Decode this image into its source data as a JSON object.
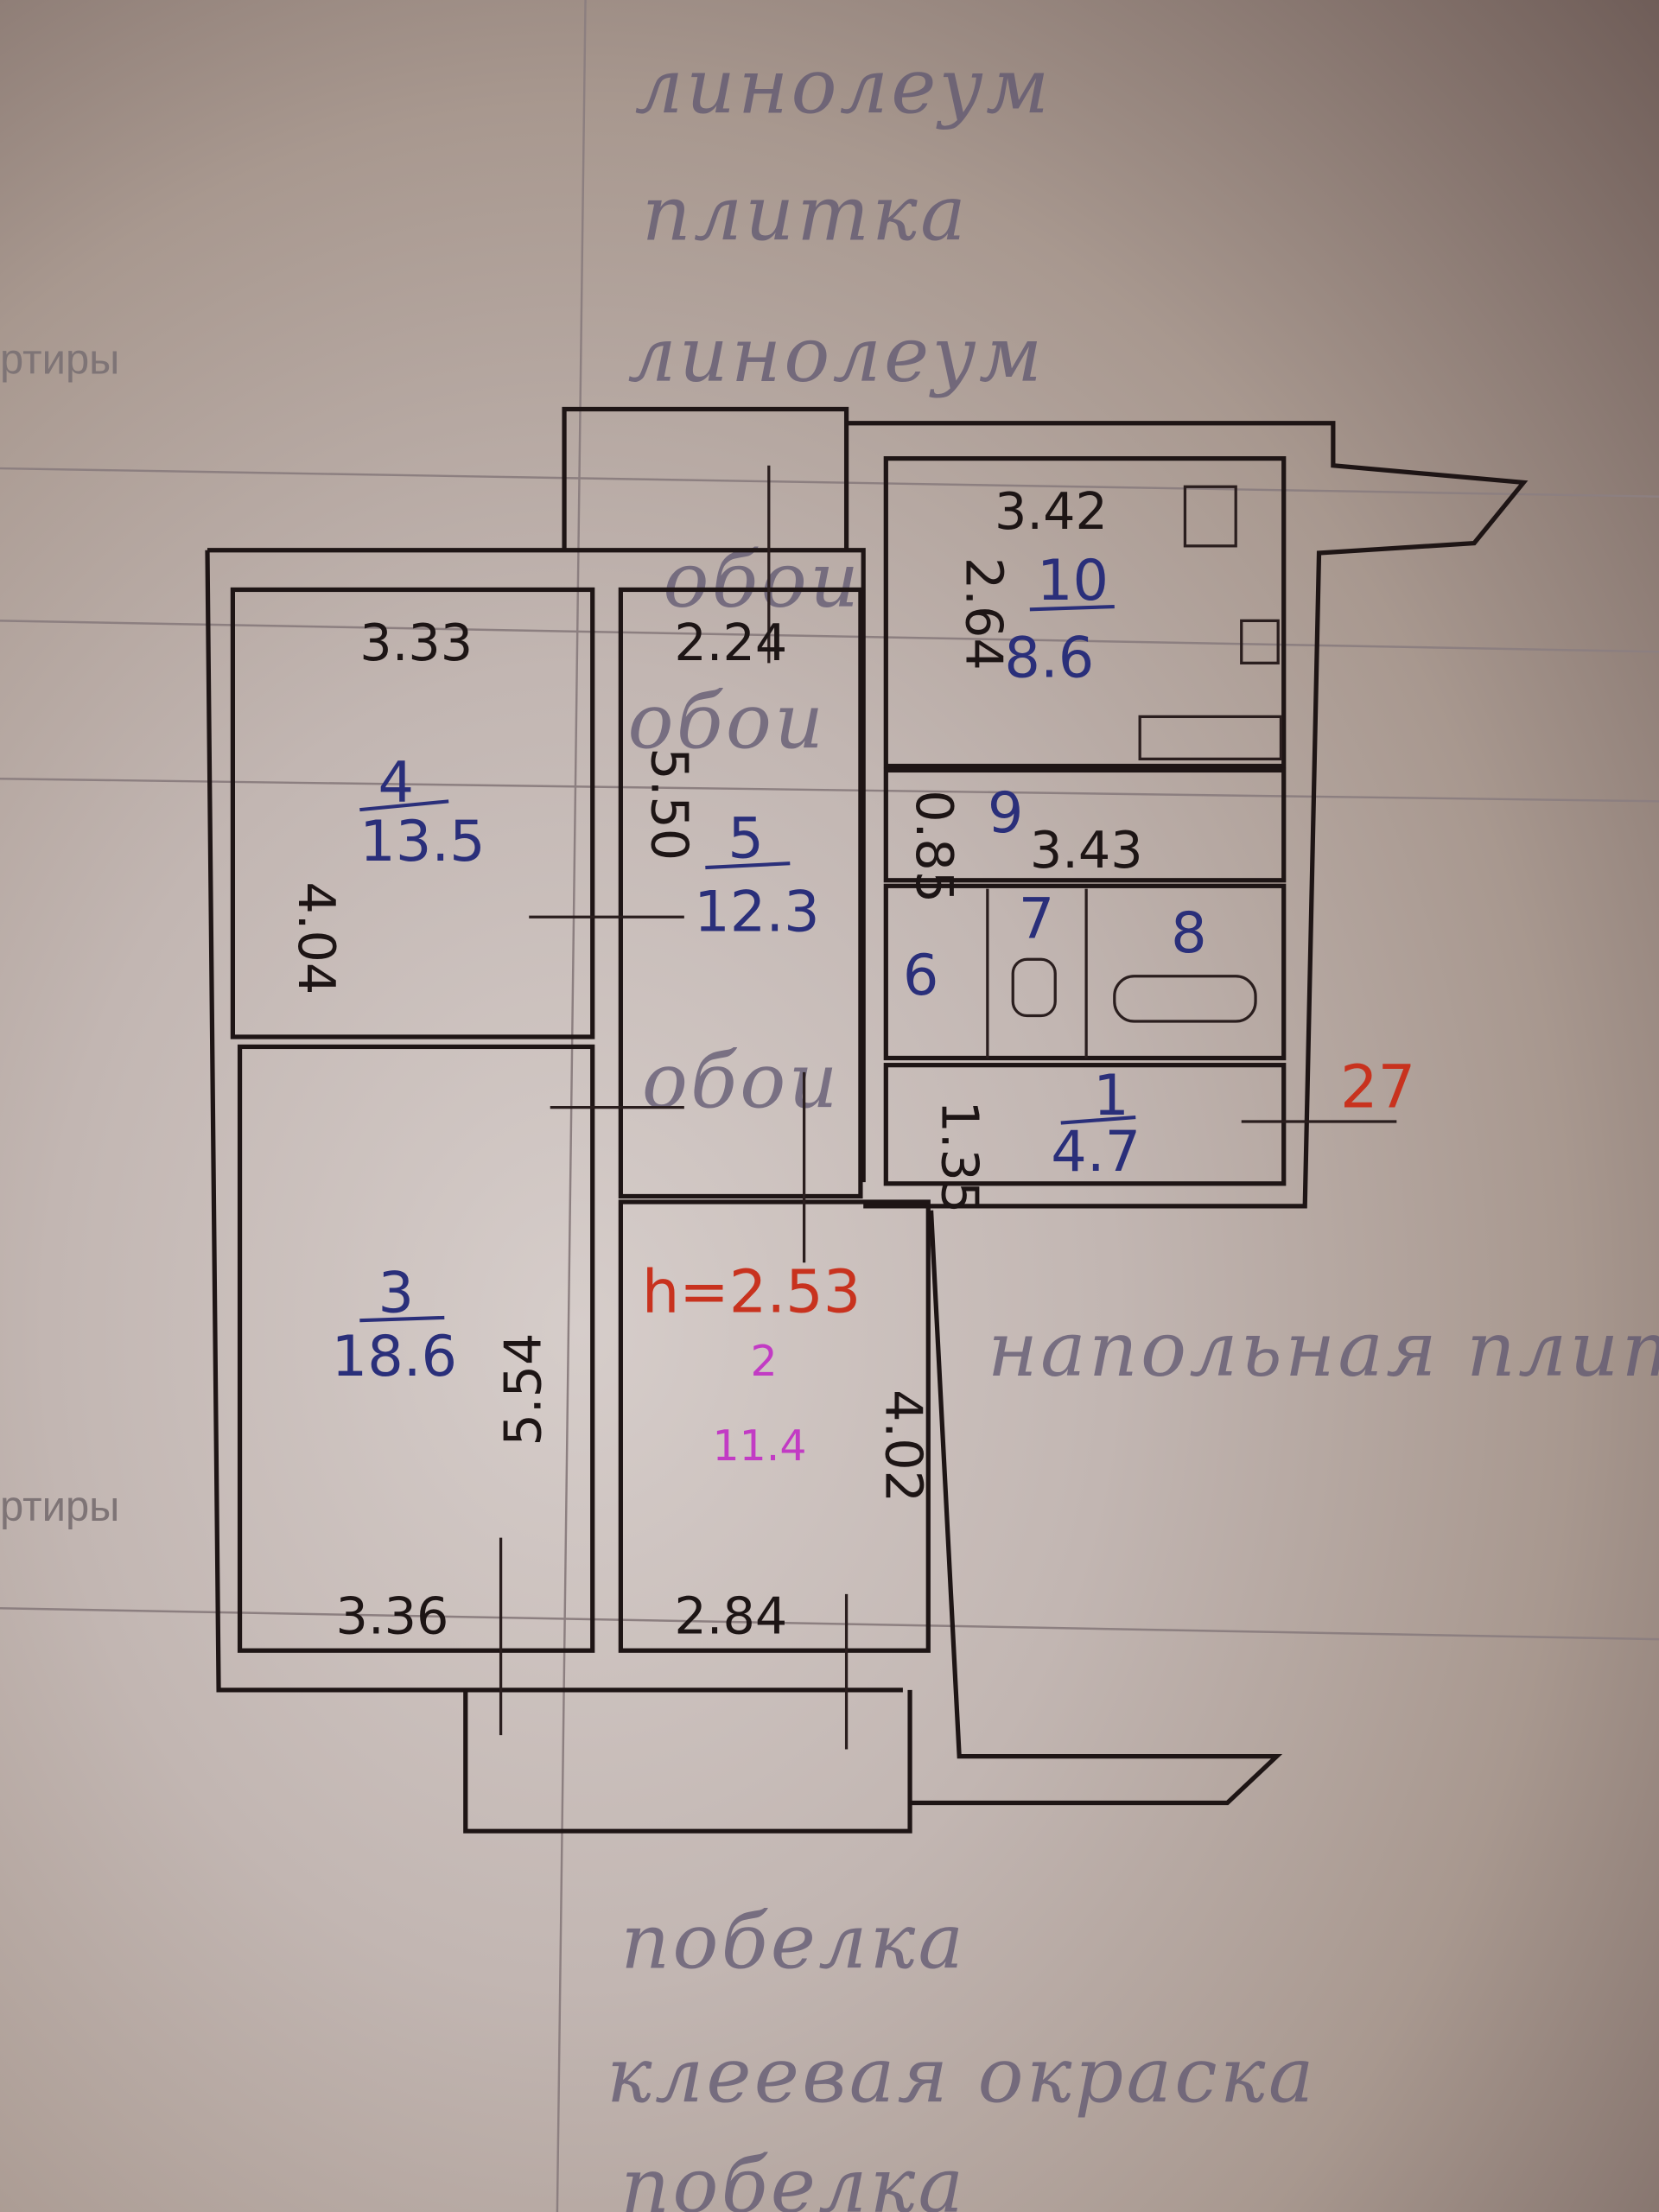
{
  "margin_labels": [
    "ртиры",
    "ртиры"
  ],
  "finish_notes": {
    "top": [
      "линолеум",
      "плитка",
      "линолеум"
    ],
    "middle": [
      "обои",
      "обои",
      "обои",
      "напольная плитка"
    ],
    "bottom": [
      "побелка",
      "клеевая окраска",
      "побелка"
    ]
  },
  "ceiling_height": "h=2.53",
  "marker_red": "27",
  "rooms": [
    {
      "id": "4",
      "area": "13.5",
      "width": "3.33",
      "depth": "4.04"
    },
    {
      "id": "5",
      "area": "12.3",
      "width": "2.24",
      "depth": "5.50"
    },
    {
      "id": "10",
      "area": "8.6",
      "width": "3.42",
      "depth": "2.64"
    },
    {
      "id": "9",
      "width": "3.43",
      "depth": "0.85"
    },
    {
      "id": "6"
    },
    {
      "id": "7"
    },
    {
      "id": "8"
    },
    {
      "id": "1",
      "area": "4.7",
      "depth": "1.35"
    },
    {
      "id": "3",
      "area": "18.6",
      "width": "3.36",
      "depth": "5.54"
    },
    {
      "id": "2",
      "area": "11.4",
      "width": "2.84",
      "depth": "4.02"
    }
  ],
  "colors": {
    "wall": "#1e1515",
    "area_ink": "#2a2f7a",
    "red_ink": "#c8321e",
    "magenta_ink": "#c23bc4"
  }
}
